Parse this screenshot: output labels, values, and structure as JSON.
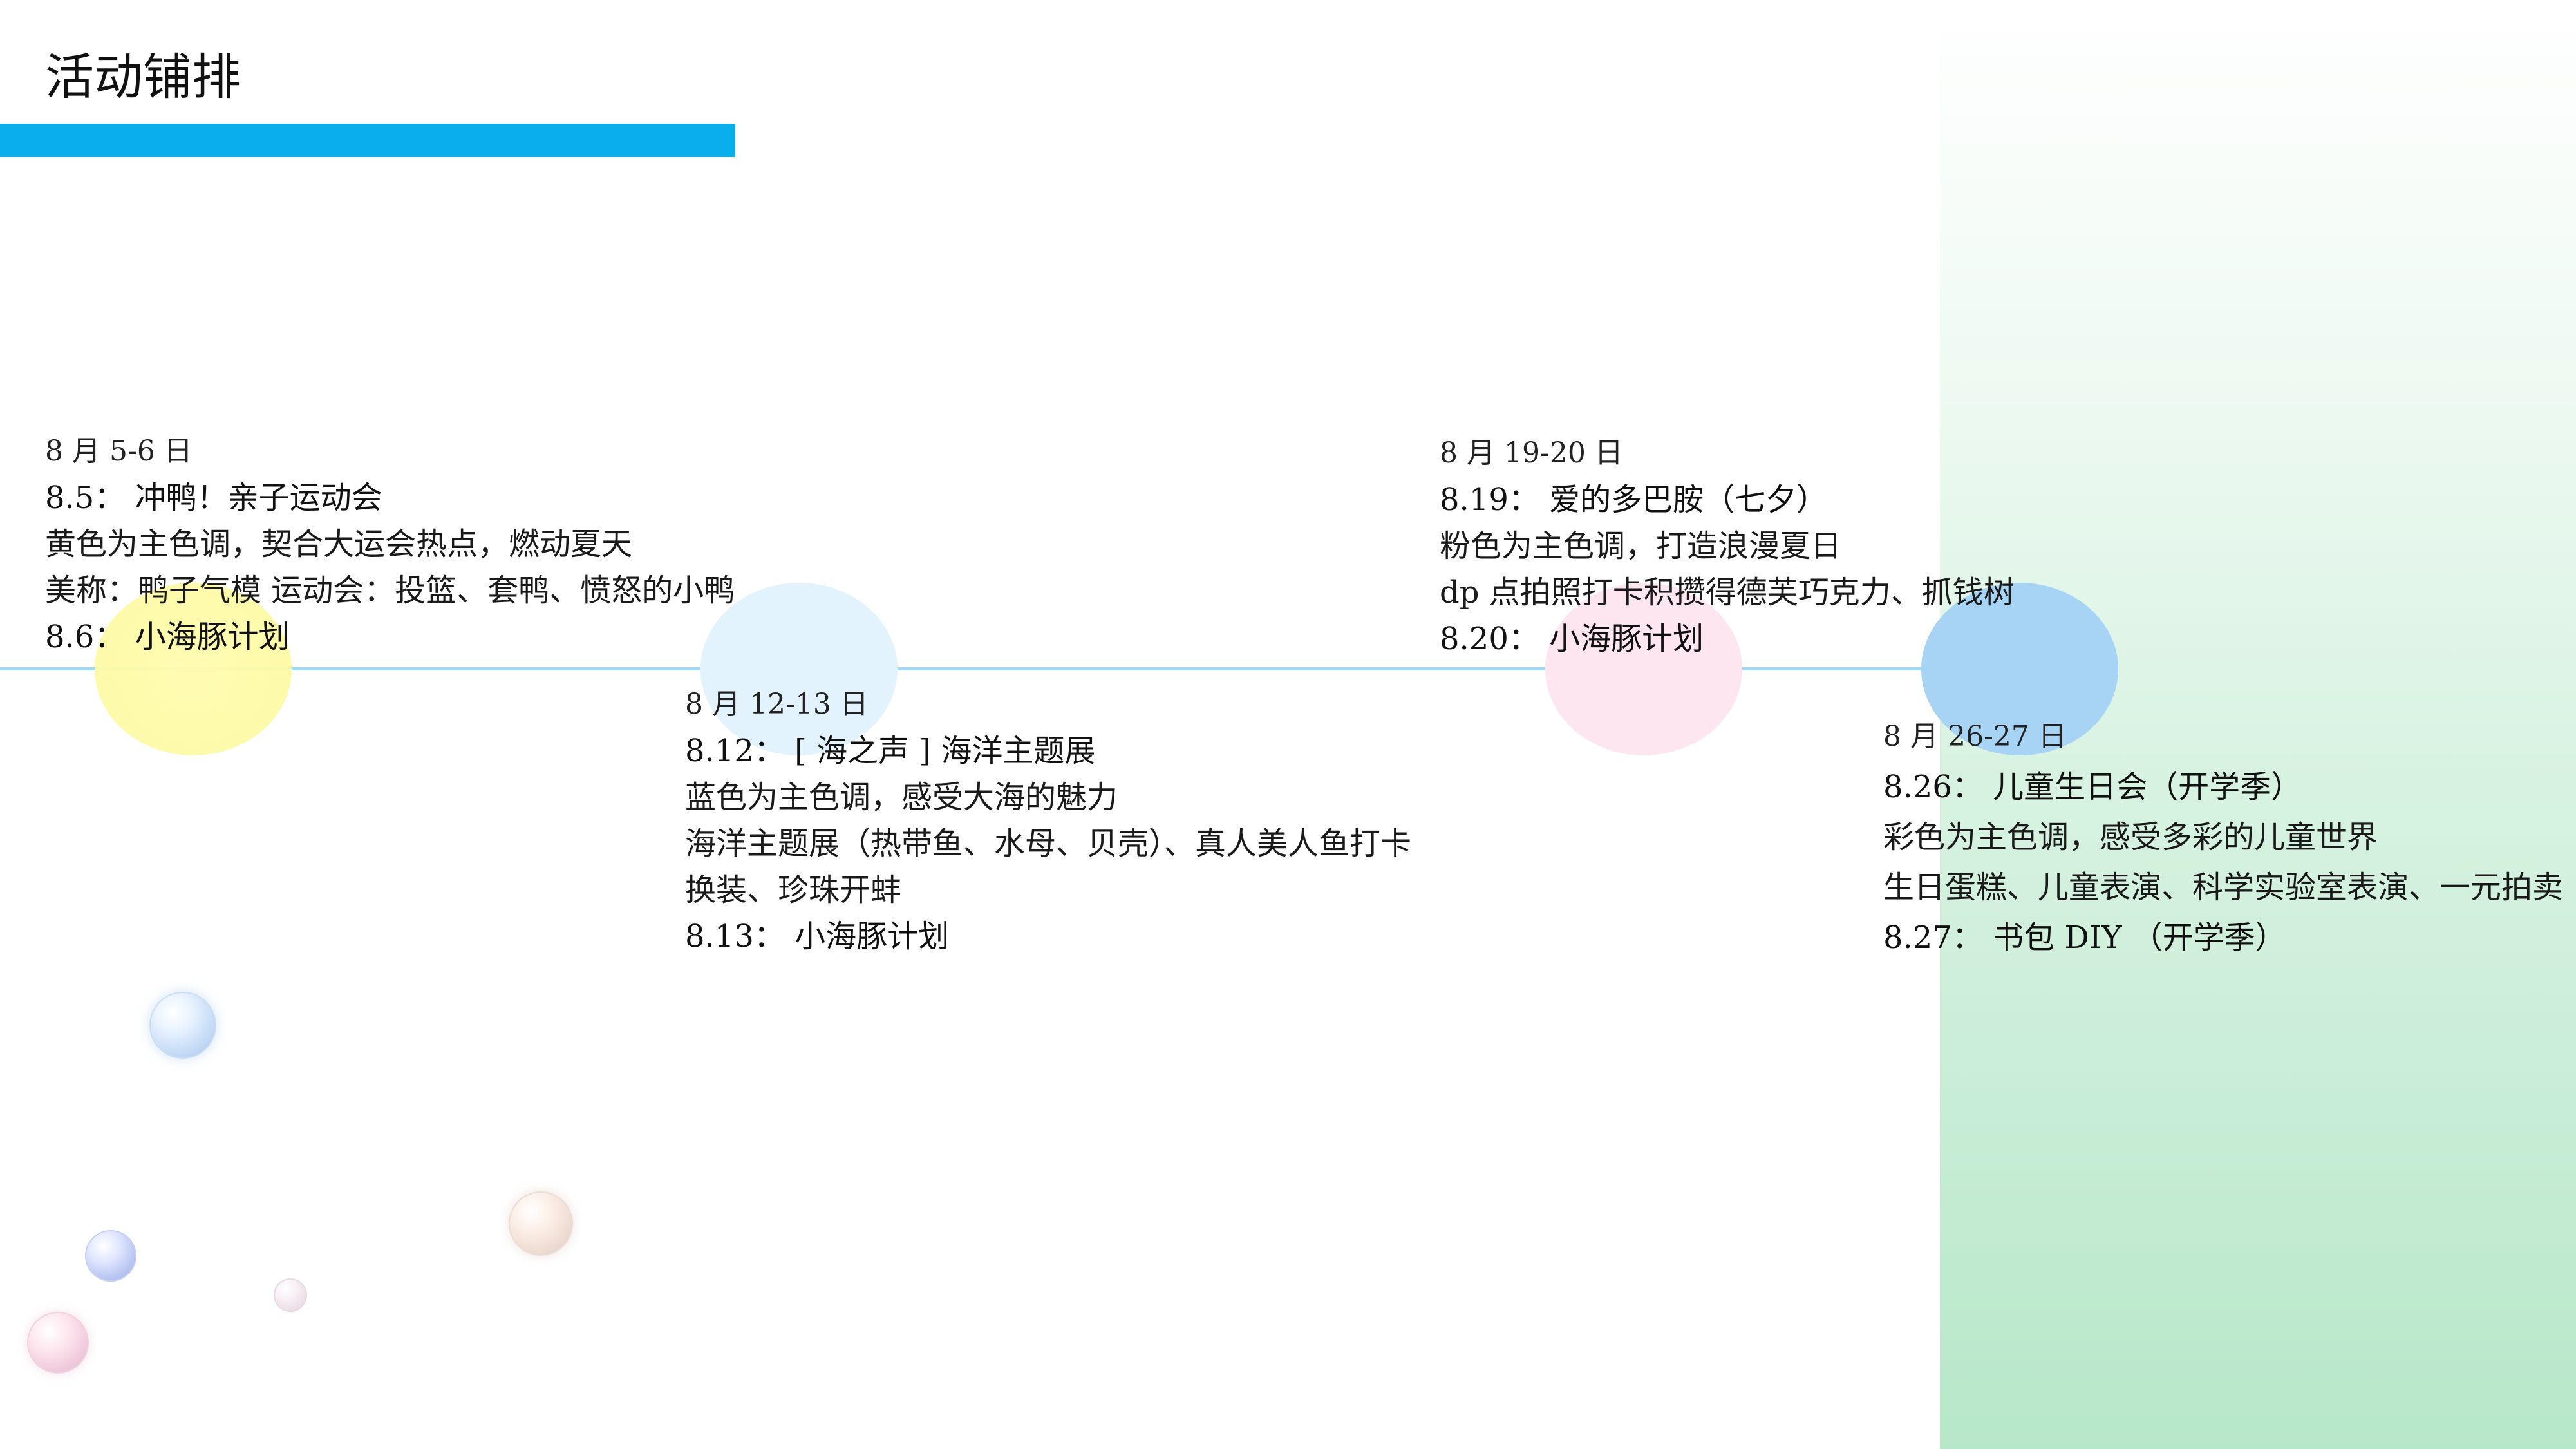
{
  "page": {
    "title": "活动铺排"
  },
  "colors": {
    "accent_bar": "#0aaeea",
    "timeline": "#9fd8f7",
    "node_yellow": "#fdfaa6",
    "node_lightblue": "#e2f3fd",
    "node_pink": "#fde6ef",
    "node_blue": "#a7d3f5",
    "green_panel": "#b7e7c9"
  },
  "timeline": [
    {
      "date_range": "8 月 5-6 日",
      "lines": [
        "8.5： 冲鸭！亲子运动会",
        "黄色为主色调，契合大运会热点，燃动夏天",
        "美称：鸭子气模 运动会：投篮、套鸭、愤怒的小鸭",
        "8.6： 小海豚计划"
      ]
    },
    {
      "date_range": "8 月 12-13 日",
      "lines": [
        "8.12： [ 海之声 ] 海洋主题展",
        "蓝色为主色调，感受大海的魅力",
        "海洋主题展（热带鱼、水母、贝壳）、真人美人鱼打卡",
        "换装、珍珠开蚌",
        "8.13： 小海豚计划"
      ]
    },
    {
      "date_range": "8 月 19-20 日",
      "lines": [
        "8.19： 爱的多巴胺（七夕）",
        "粉色为主色调，打造浪漫夏日",
        "dp 点拍照打卡积攒得德芙巧克力、抓钱树",
        "8.20： 小海豚计划"
      ]
    },
    {
      "date_range": "8 月 26-27 日",
      "lines": [
        "8.26： 儿童生日会（开学季）",
        "彩色为主色调，感受多彩的儿童世界",
        "生日蛋糕、儿童表演、科学实验室表演、一元拍卖",
        "8.27： 书包 DIY （开学季）"
      ]
    }
  ]
}
